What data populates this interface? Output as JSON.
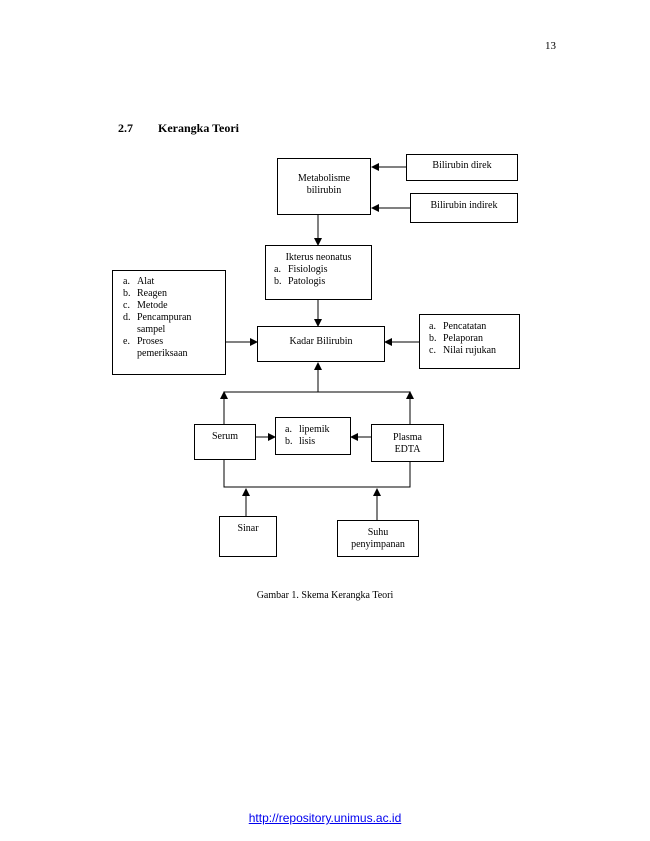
{
  "page_number": "13",
  "section": {
    "number": "2.7",
    "title": "Kerangka Teori"
  },
  "diagram": {
    "metabolisme": [
      "Metabolisme",
      "bilirubin"
    ],
    "bilirubin_direk": "Bilirubin direk",
    "bilirubin_indirek": "Bilirubin indirek",
    "ikterus": {
      "title": "Ikterus neonatus",
      "items": [
        {
          "k": "a.",
          "v": "Fisiologis"
        },
        {
          "k": "b.",
          "v": "Patologis"
        }
      ]
    },
    "left_factors": [
      {
        "k": "a.",
        "v": "Alat"
      },
      {
        "k": "b.",
        "v": "Reagen"
      },
      {
        "k": "c.",
        "v": "Metode"
      },
      {
        "k": "d.",
        "v": "Pencampuran sampel"
      },
      {
        "k": "e.",
        "v": "Proses pemeriksaan"
      }
    ],
    "kadar": "Kadar Bilirubin",
    "right_factors": [
      {
        "k": "a.",
        "v": "Pencatatan"
      },
      {
        "k": "b.",
        "v": "Pelaporan"
      },
      {
        "k": "c.",
        "v": "Nilai rujukan"
      }
    ],
    "serum": "Serum",
    "middle_items": [
      {
        "k": "a.",
        "v": "lipemik"
      },
      {
        "k": "b.",
        "v": "lisis"
      }
    ],
    "plasma": [
      "Plasma",
      "EDTA"
    ],
    "sinar": "Sinar",
    "suhu": [
      "Suhu",
      "penyimpanan"
    ]
  },
  "caption": "Gambar 1. Skema Kerangka Teori",
  "footer_link": "http://repository.unimus.ac.id"
}
